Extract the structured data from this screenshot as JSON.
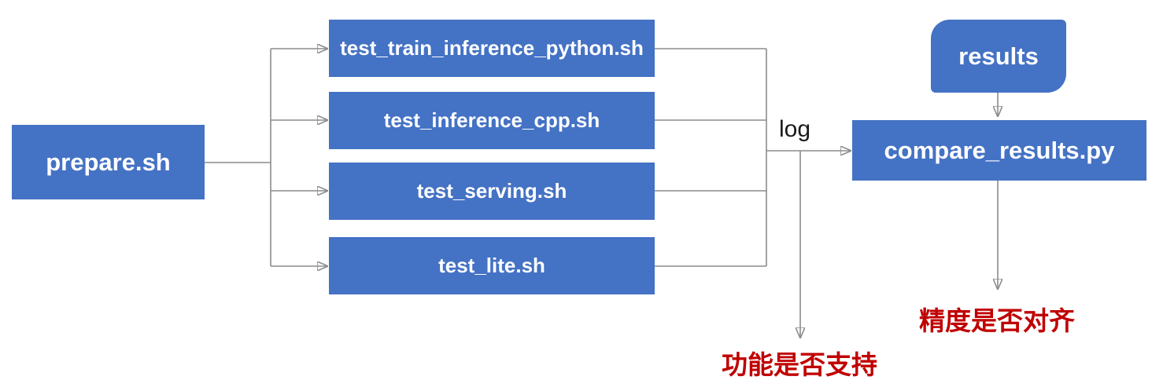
{
  "diagram": {
    "nodes": {
      "prepare": {
        "label": "prepare.sh"
      },
      "tests": [
        {
          "label": "test_train_inference_python.sh"
        },
        {
          "label": "test_inference_cpp.sh"
        },
        {
          "label": "test_serving.sh"
        },
        {
          "label": "test_lite.sh"
        }
      ],
      "results": {
        "label": "results"
      },
      "compare": {
        "label": "compare_results.py"
      }
    },
    "edge_labels": {
      "log": "log"
    },
    "outcomes": {
      "function_support": "功能是否支持",
      "precision_aligned": "精度是否对齐"
    },
    "colors": {
      "node_fill": "#4472C4",
      "node_text": "#FFFFFF",
      "connector": "#8C8C8C",
      "arrowhead": "#7F7F7F",
      "outcome_text": "#C00000",
      "edge_label_text": "#1A1A1A",
      "background": "#FFFFFF"
    }
  }
}
